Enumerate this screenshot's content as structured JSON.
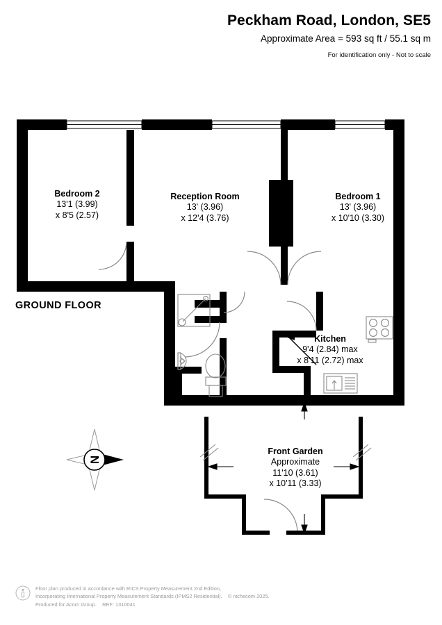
{
  "header": {
    "title": "Peckham Road, London, SE5",
    "area": "Approximate Area = 593 sq ft / 55.1 sq m",
    "note": "For identification only - Not to scale"
  },
  "floor_label": "GROUND FLOOR",
  "compass": {
    "label": "N",
    "name": "compass-rose"
  },
  "rooms": [
    {
      "key": "bedroom-2",
      "name": "Bedroom 2",
      "dim1": "13'1 (3.99)",
      "dim2": "x 8'5 (2.57)"
    },
    {
      "key": "reception-room",
      "name": "Reception Room",
      "dim1": "13' (3.96)",
      "dim2": "x 12'4 (3.76)"
    },
    {
      "key": "bedroom-1",
      "name": "Bedroom 1",
      "dim1": "13' (3.96)",
      "dim2": "x 10'10 (3.30)"
    },
    {
      "key": "kitchen",
      "name": "Kitchen",
      "dim1": "9'4 (2.84) max",
      "dim2": "x 8'11 (2.72) max"
    },
    {
      "key": "front-garden",
      "name": "Front Garden",
      "dim0": "Approximate",
      "dim1": "11'10 (3.61)",
      "dim2": "x 10'11 (3.33)"
    }
  ],
  "fixtures": [
    "shower-tray",
    "wash-basin",
    "toilet",
    "hob",
    "kitchen-sink",
    "window",
    "door-swing",
    "chimney-breast",
    "dimension-arrow"
  ],
  "footer": {
    "line1": "Floor plan produced in accordance with RICS Property Measurement 2nd Edition,",
    "line2": "Incorporating International Property Measurement Standards (IPMS2 Residential).",
    "copyright": "© nichecom 2025.",
    "line3": "Produced for Acorn Group.",
    "ref": "REF:  1310041"
  },
  "colors": {
    "wall": "#000000",
    "background": "#ffffff",
    "fixture_stroke": "#8a8a8a",
    "footer_text": "#9a9a9a"
  }
}
